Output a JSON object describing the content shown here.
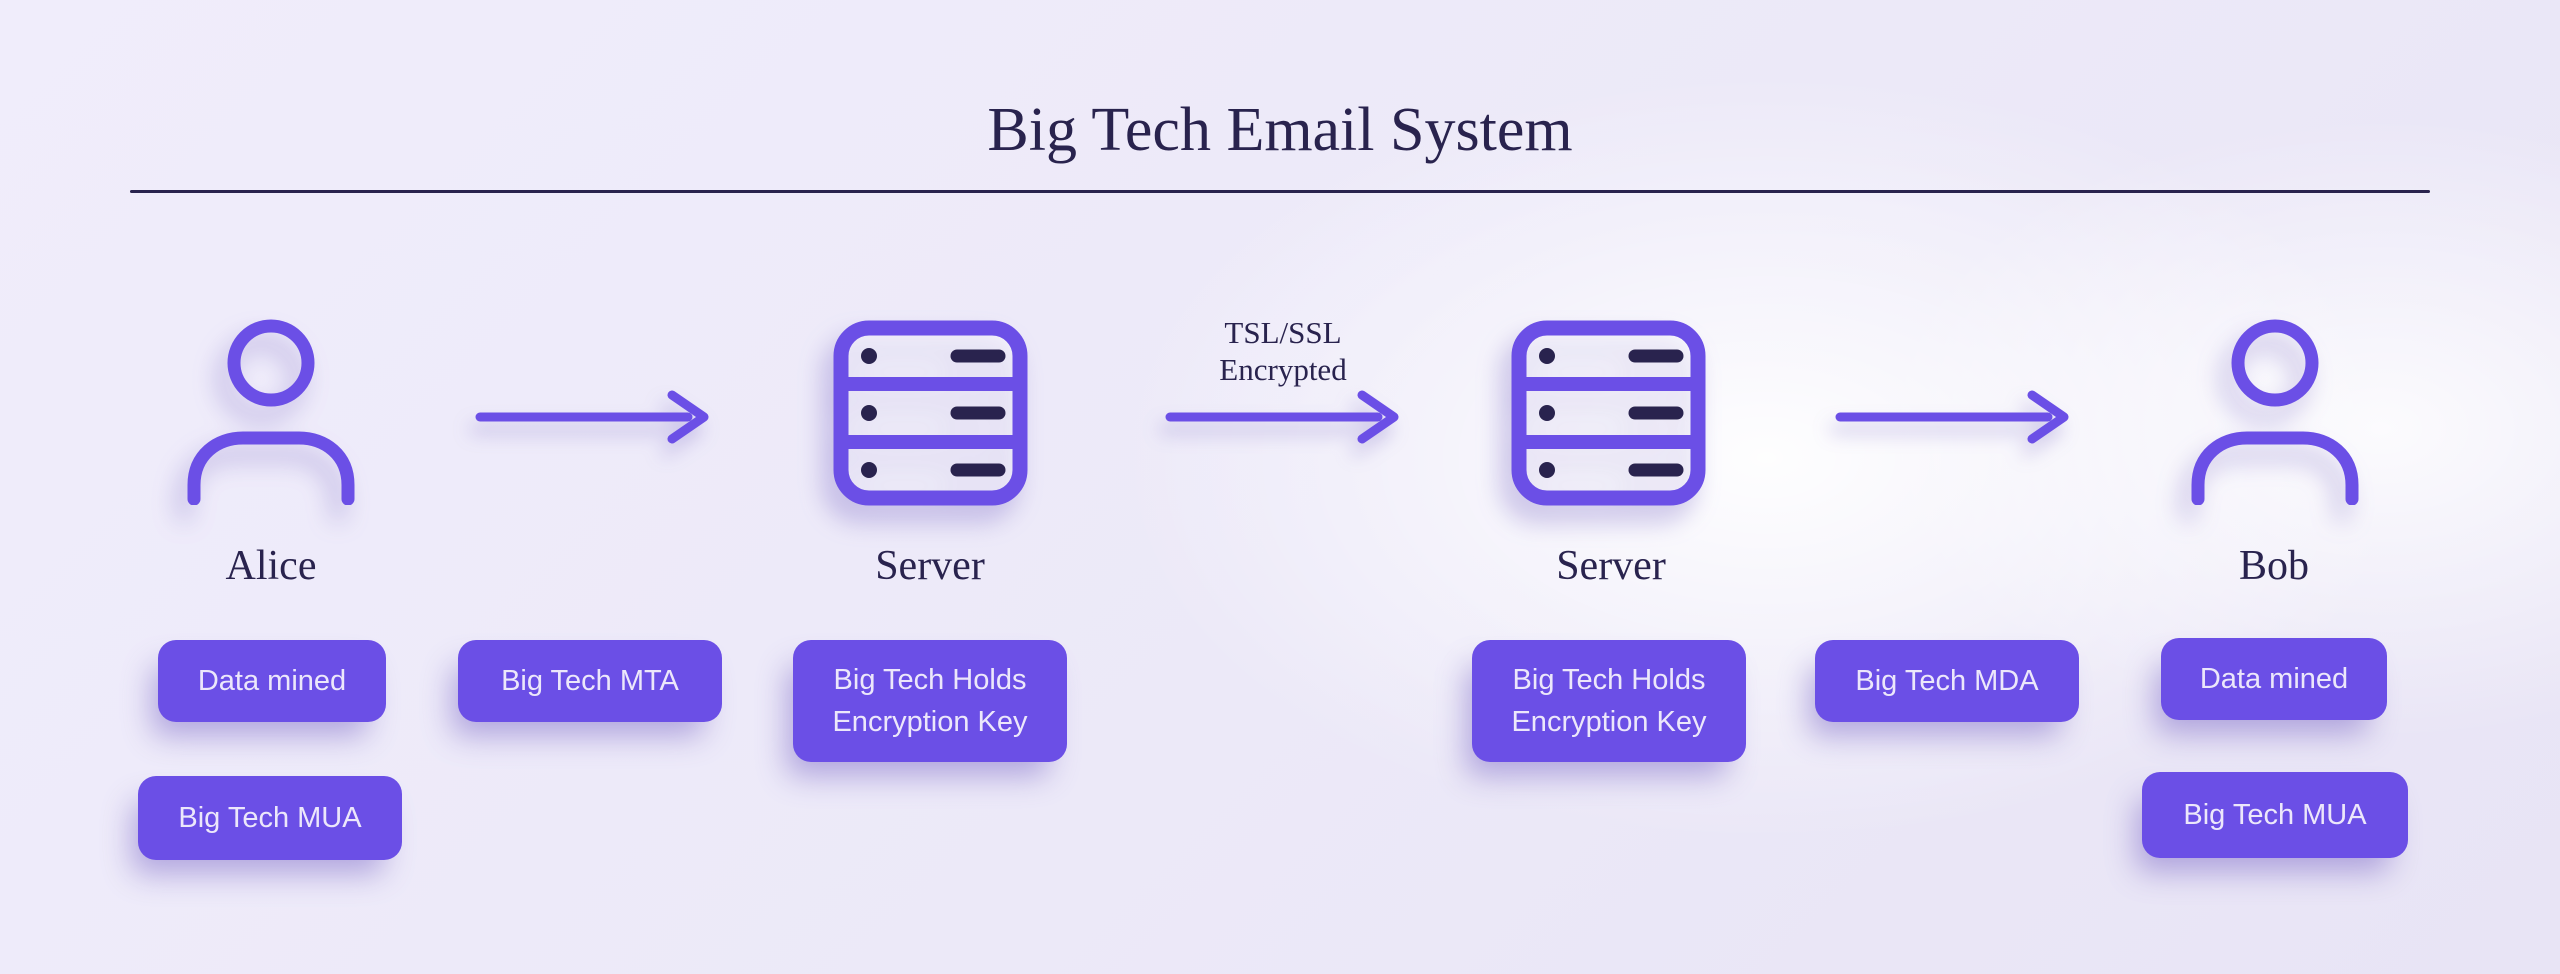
{
  "title": "Big Tech Email System",
  "colors": {
    "purple": "#6b4fe6",
    "navy": "#29234e",
    "badge_text": "#ece7fb"
  },
  "nodes": {
    "alice": {
      "label": "Alice",
      "icon": "person-icon",
      "badge1": "Data mined",
      "badge2": "Big Tech MUA"
    },
    "server1": {
      "label": "Server",
      "icon": "server-icon",
      "badge1": "Big Tech Holds Encryption Key"
    },
    "server2": {
      "label": "Server",
      "icon": "server-icon",
      "badge1": "Big Tech Holds Encryption Key"
    },
    "bob": {
      "label": "Bob",
      "icon": "person-icon",
      "badge1": "Data mined",
      "badge2": "Big Tech MUA"
    }
  },
  "arrows": {
    "mta": {
      "badge": "Big Tech MTA"
    },
    "tls": {
      "label_line1": "TSL/SSL",
      "label_line2": "Encrypted"
    },
    "mda": {
      "badge": "Big Tech MDA"
    }
  }
}
